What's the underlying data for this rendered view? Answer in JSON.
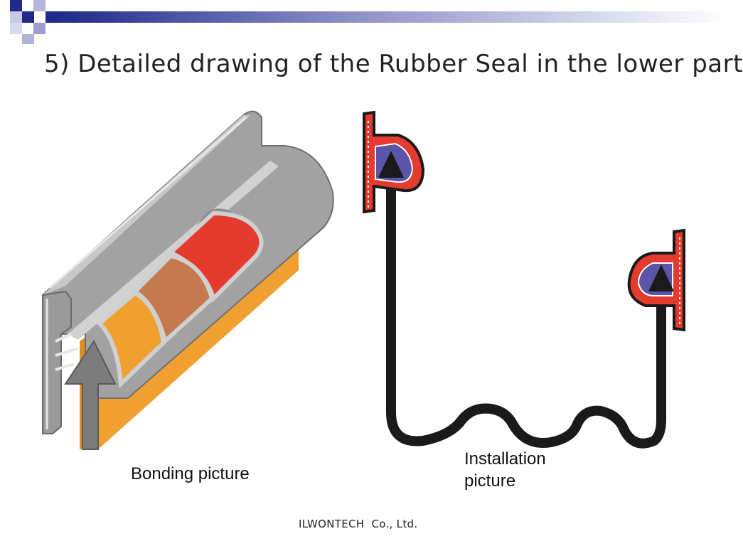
{
  "slide": {
    "title": "5) Detailed drawing of the Rubber Seal in the lower part",
    "footer": "ILWONTECH  Co., Ltd."
  },
  "figures": {
    "bonding": {
      "caption": "Bonding picture"
    },
    "installation": {
      "caption_line1": "Installation",
      "caption_line2": "picture"
    }
  },
  "colors": {
    "navy": "#1f2a8a",
    "lavender": "#a9a9d8",
    "rubber_gray": "#a2a2a2",
    "orange": "#f0a030",
    "red": "#e53a2e",
    "brown": "#c47a4e",
    "purple": "#5a55a8",
    "arrow_black": "#1a1a1a"
  },
  "icons": [
    "up-arrow-icon",
    "seal-profile-icon"
  ]
}
